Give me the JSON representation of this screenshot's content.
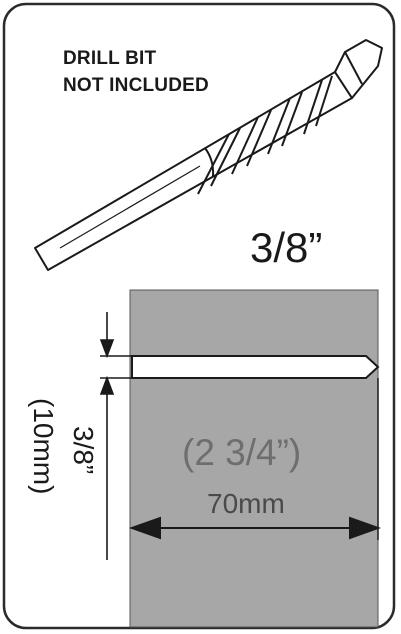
{
  "notice": {
    "line1": "DRILL BIT",
    "line2": "NOT INCLUDED"
  },
  "bit_size": "3/8”",
  "hole_diameter": {
    "imperial": "3/8”",
    "metric": "(10mm)"
  },
  "depth": {
    "imperial": "(2 3/4”)",
    "metric": "70mm"
  },
  "colors": {
    "border": "#2b2b2b",
    "wall": "#a7a7a7",
    "ink": "#1a1a1a",
    "hole": "#ffffff"
  },
  "icons": [
    "drill-bit-icon",
    "dimension-arrow-icon"
  ]
}
